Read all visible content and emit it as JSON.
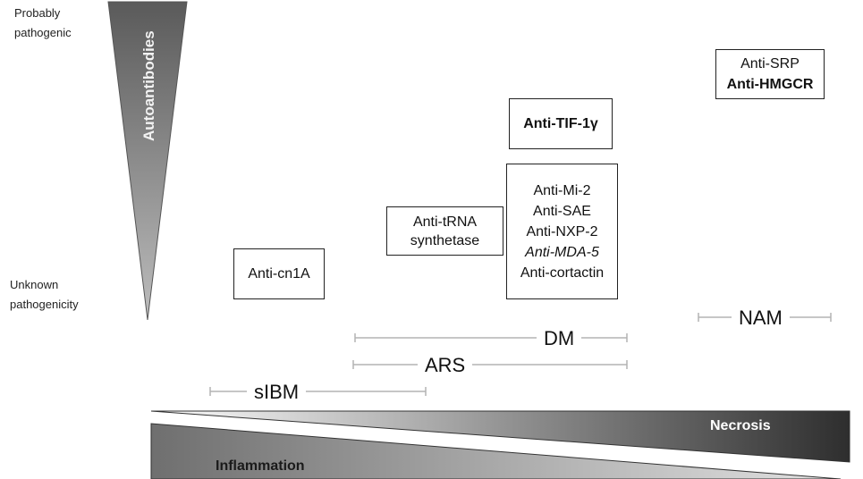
{
  "y_axis": {
    "top_label": [
      "Probably",
      "pathogenic"
    ],
    "bottom_label": [
      "Unknown",
      "pathogenicity"
    ],
    "wedge_label": "Autoantibodies"
  },
  "boxes": {
    "cn1a": [
      "Anti-cn1A"
    ],
    "trna": [
      "Anti-tRNA",
      "synthetase"
    ],
    "tif": [
      "Anti-TIF-1γ"
    ],
    "dm_group": [
      "Anti-Mi-2",
      "Anti-SAE",
      "Anti-NXP-2",
      "Anti-MDA-5",
      "Anti-cortactin"
    ],
    "nam_group": [
      "Anti-SRP",
      "Anti-HMGCR"
    ]
  },
  "ranges": {
    "dm": "DM",
    "ars": "ARS",
    "sibm": "sIBM",
    "nam": "NAM"
  },
  "bottom": {
    "necrosis": "Necrosis",
    "inflammation": "Inflammation"
  },
  "colors": {
    "line": "#b3b3b3",
    "dark": "#2e2e2e",
    "light": "#d4d4d4"
  }
}
